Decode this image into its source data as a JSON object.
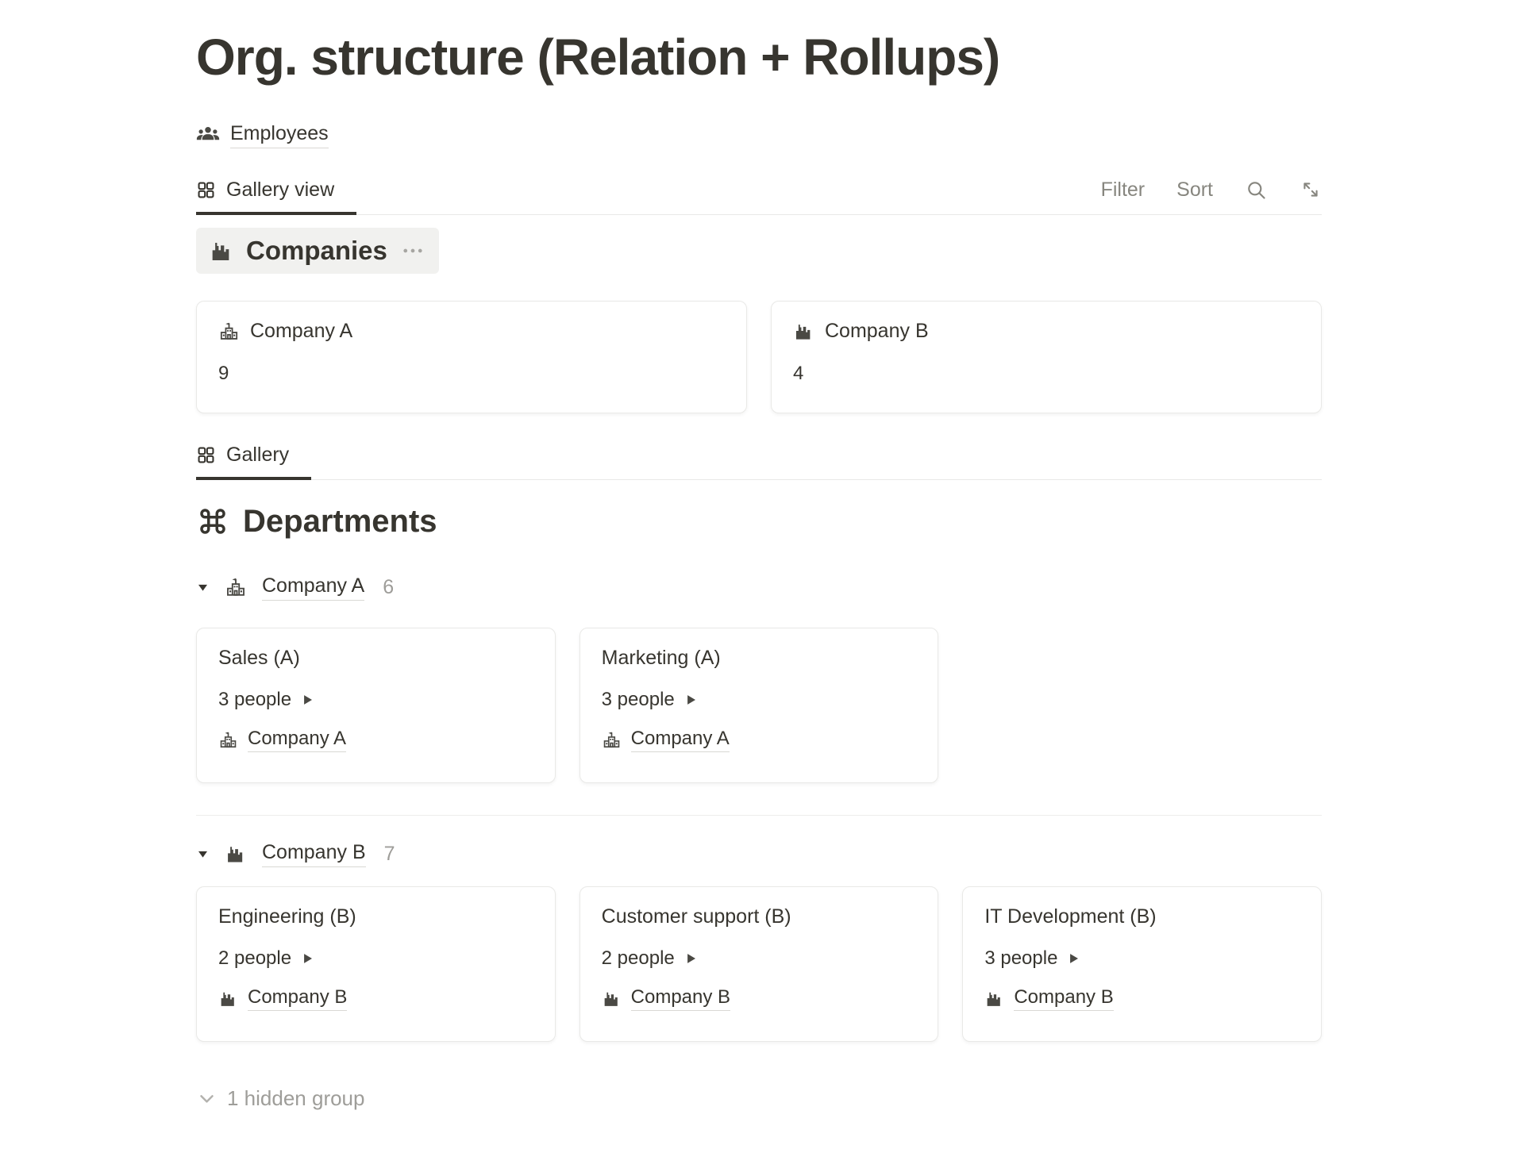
{
  "page_title": "Org. structure (Relation + Rollups)",
  "linked_db": {
    "label": "Employees",
    "icon": "people-icon"
  },
  "companies_view": {
    "tab_label": "Gallery view",
    "tab_icon": "gallery-grid-icon",
    "controls": {
      "filter_label": "Filter",
      "sort_label": "Sort",
      "icons": [
        "search-icon",
        "expand-icon"
      ]
    },
    "group_title": "Companies",
    "group_icon": "factory-icon",
    "more_icon": "ellipsis-icon",
    "cards": [
      {
        "name": "Company A",
        "icon": "school-icon",
        "rollup_value": "9"
      },
      {
        "name": "Company B",
        "icon": "factory-icon",
        "rollup_value": "4"
      }
    ]
  },
  "departments_view": {
    "tab_label": "Gallery",
    "tab_icon": "gallery-grid-icon",
    "title": "Departments",
    "title_icon": "command-icon",
    "groups": [
      {
        "name": "Company A",
        "icon": "school-icon",
        "count": "6",
        "cards": [
          {
            "title": "Sales (A)",
            "people": "3 people",
            "company": "Company A",
            "company_icon": "school-icon"
          },
          {
            "title": "Marketing (A)",
            "people": "3 people",
            "company": "Company A",
            "company_icon": "school-icon"
          }
        ]
      },
      {
        "name": "Company B",
        "icon": "factory-icon",
        "count": "7",
        "cards": [
          {
            "title": "Engineering (B)",
            "people": "2 people",
            "company": "Company B",
            "company_icon": "factory-icon"
          },
          {
            "title": "Customer support (B)",
            "people": "2 people",
            "company": "Company B",
            "company_icon": "factory-icon"
          },
          {
            "title": "IT Development (B)",
            "people": "3 people",
            "company": "Company B",
            "company_icon": "factory-icon"
          }
        ]
      }
    ],
    "hidden_group_label": "1 hidden group"
  },
  "colors": {
    "text": "#37352f",
    "muted_text": "#87867f",
    "count_text": "#9e9d99",
    "card_border": "#e9e9e7",
    "group_header_bg": "#f1f1ef",
    "tab_underline": "#37352f"
  }
}
